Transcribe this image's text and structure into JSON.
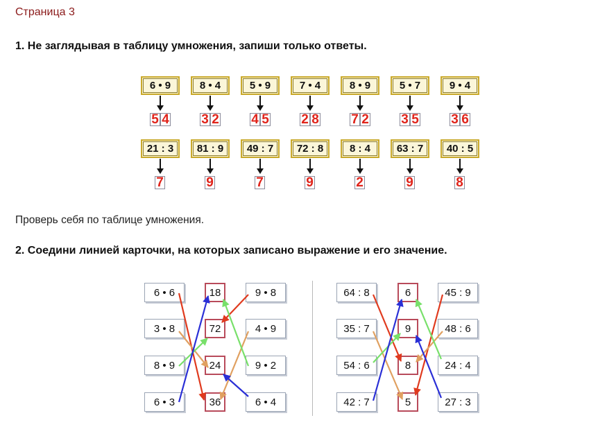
{
  "page": {
    "title": "Страница 3",
    "task1_heading": "1. Не заглядывая в таблицу умножения, запиши только ответы.",
    "check_note": "Проверь себя по таблице умножения.",
    "task2_heading": "2. Соедини линией карточки, на которых записано выражение и его значение."
  },
  "task1": {
    "row1": [
      {
        "expr": "6 • 9",
        "answer": [
          "5",
          "4"
        ]
      },
      {
        "expr": "8 • 4",
        "answer": [
          "3",
          "2"
        ]
      },
      {
        "expr": "5 • 9",
        "answer": [
          "4",
          "5"
        ]
      },
      {
        "expr": "7 • 4",
        "answer": [
          "2",
          "8"
        ]
      },
      {
        "expr": "8 • 9",
        "answer": [
          "7",
          "2"
        ]
      },
      {
        "expr": "5 • 7",
        "answer": [
          "3",
          "5"
        ]
      },
      {
        "expr": "9 • 4",
        "answer": [
          "3",
          "6"
        ]
      }
    ],
    "row2": [
      {
        "expr": "21 : 3",
        "answer": [
          "7"
        ]
      },
      {
        "expr": "81 : 9",
        "answer": [
          "9"
        ]
      },
      {
        "expr": "49 : 7",
        "answer": [
          "7"
        ]
      },
      {
        "expr": "72 : 8",
        "answer": [
          "9"
        ]
      },
      {
        "expr": "8 : 4",
        "answer": [
          "2"
        ]
      },
      {
        "expr": "63 : 7",
        "answer": [
          "9"
        ]
      },
      {
        "expr": "40 : 5",
        "answer": [
          "8"
        ]
      }
    ]
  },
  "task2": {
    "left": {
      "left_cards": [
        "6 • 6",
        "3 • 8",
        "8 • 9",
        "6 • 3"
      ],
      "values": [
        "18",
        "72",
        "24",
        "36"
      ],
      "right_cards": [
        "9 • 8",
        "4 • 9",
        "9 • 2",
        "6 • 4"
      ]
    },
    "right": {
      "left_cards": [
        "64 : 8",
        "35 : 7",
        "54 : 6",
        "42 : 7"
      ],
      "values": [
        "6",
        "9",
        "8",
        "5"
      ],
      "right_cards": [
        "45 : 9",
        "48 : 6",
        "24 : 4",
        "27 : 3"
      ]
    }
  },
  "colors": {
    "title": "#8b1a1a",
    "answer_digit": "#e0241b",
    "card_fill": "#fbf6d9",
    "card_border": "#c9a92a",
    "line_red": "#e03a1e",
    "line_blue": "#2a2fd6",
    "line_green": "#78e06a",
    "line_orange": "#e0a060"
  }
}
